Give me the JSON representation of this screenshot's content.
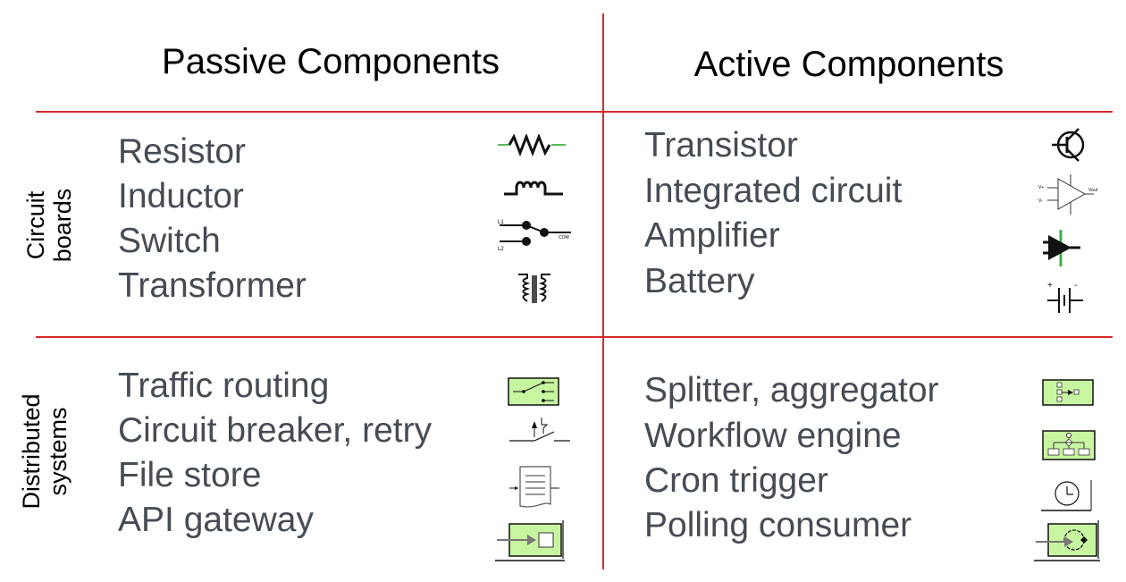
{
  "columns": {
    "passive": "Passive Components",
    "active": "Active Components"
  },
  "rows": {
    "circuit": {
      "label_line1": "Circuit",
      "label_line2": "boards"
    },
    "distributed": {
      "label_line1": "Distributed",
      "label_line2": "systems"
    }
  },
  "cells": {
    "circuit_passive": [
      {
        "label": "Resistor",
        "icon": "resistor-icon"
      },
      {
        "label": "Inductor",
        "icon": "inductor-icon"
      },
      {
        "label": "Switch",
        "icon": "switch-icon"
      },
      {
        "label": "Transformer",
        "icon": "transformer-icon"
      }
    ],
    "circuit_active": [
      {
        "label": "Transistor",
        "icon": "transistor-icon"
      },
      {
        "label": "Integrated circuit",
        "icon": "op-amp-icon"
      },
      {
        "label": "Amplifier",
        "icon": "amplifier-icon"
      },
      {
        "label": "Battery",
        "icon": "battery-icon"
      }
    ],
    "distributed_passive": [
      {
        "label": "Traffic routing",
        "icon": "router-icon"
      },
      {
        "label": "Circuit breaker, retry",
        "icon": "circuit-breaker-icon"
      },
      {
        "label": "File store",
        "icon": "file-icon"
      },
      {
        "label": "API gateway",
        "icon": "gateway-icon"
      }
    ],
    "distributed_active": [
      {
        "label": "Splitter, aggregator",
        "icon": "splitter-icon"
      },
      {
        "label": "Workflow engine",
        "icon": "workflow-icon"
      },
      {
        "label": "Cron trigger",
        "icon": "clock-icon"
      },
      {
        "label": "Polling consumer",
        "icon": "polling-consumer-icon"
      }
    ]
  },
  "colors": {
    "divider": "#d42a2a",
    "item_text": "#464c54",
    "eip_fill": "#c8f5a0",
    "resistor_lead": "#5cb85c"
  }
}
